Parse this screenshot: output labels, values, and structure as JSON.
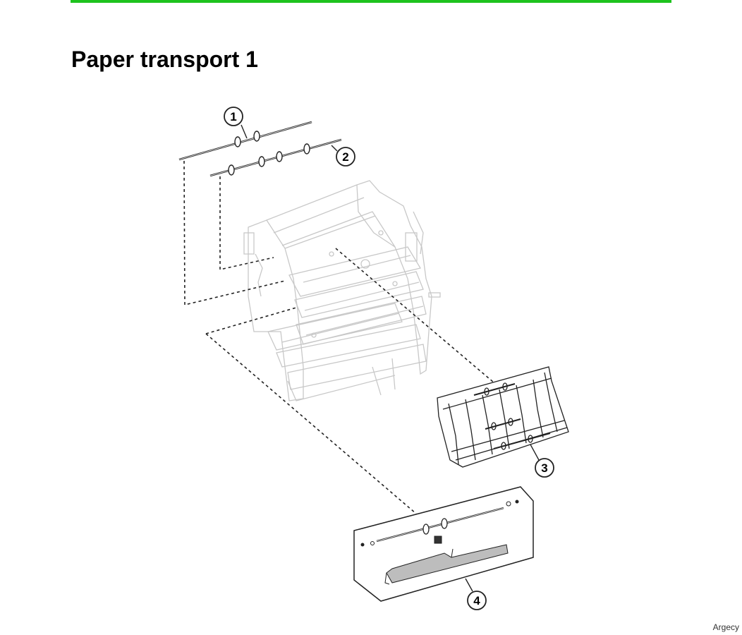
{
  "colors": {
    "accent": "#1ec31e",
    "line": "#222222",
    "frame": "#c8c8c8"
  },
  "title": "Paper transport 1",
  "callouts": [
    {
      "label": "1"
    },
    {
      "label": "2"
    },
    {
      "label": "3"
    },
    {
      "label": "4"
    }
  ],
  "footer": "Argecy"
}
